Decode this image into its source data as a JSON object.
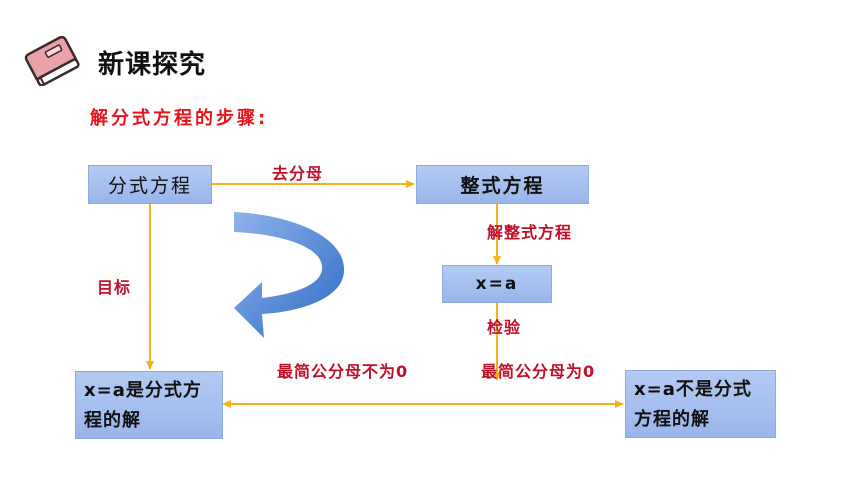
{
  "header": {
    "title": "新课探究",
    "icon": "book-icon"
  },
  "subtitle": "解分式方程的步骤:",
  "nodes": {
    "fractional_equation": "分式方程",
    "integral_equation": "整式方程",
    "solution": "x=a",
    "is_solution": "x=a是分式方程的解",
    "not_solution": "x=a不是分式方程的解"
  },
  "edges": {
    "remove_denominator": "去分母",
    "solve_integral": "解整式方程",
    "goal": "目标",
    "check": "检验",
    "lcd_nonzero": "最简公分母不为0",
    "lcd_zero": "最简公分母为0"
  },
  "colors": {
    "arrow": "#f5b21a",
    "box": "#a8c2f0",
    "label": "#c0102a",
    "subtitle": "#e8141b",
    "curve_arrow": "#3f78cf"
  }
}
